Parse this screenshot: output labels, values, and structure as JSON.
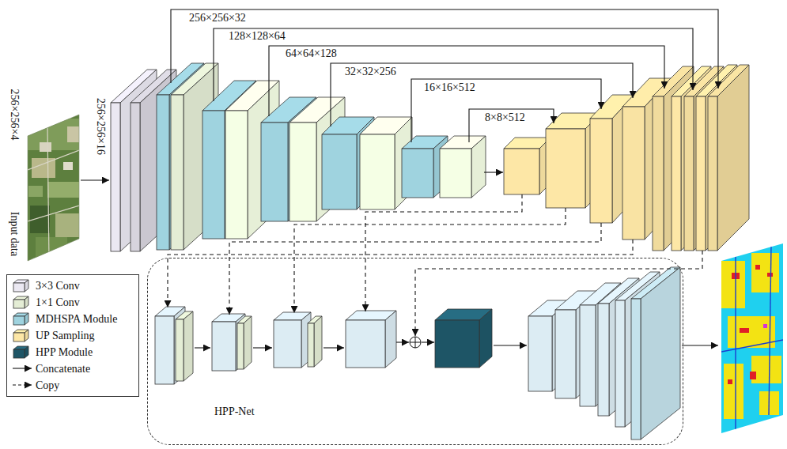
{
  "diagram": {
    "nodes": [
      {
        "text": [
          "HPP-Net"
        ]
      }
    ],
    "labels": [
      "256×256×4",
      "Input data",
      "256×256×16",
      "256×256×32",
      "128×128×64",
      "64×64×128",
      "32×32×256",
      "16×16×512",
      "8×8×512"
    ],
    "legend": [
      {
        "text": "3×3 Conv",
        "color": "#ebe8f2"
      },
      {
        "text": "1×1 Conv",
        "color": "#e4edd5"
      },
      {
        "text": "MDHSPA Module",
        "color": "#9fd3df"
      },
      {
        "text": "UP Sampling",
        "color": "#fde7a6"
      },
      {
        "text": "HPP Module",
        "color": "#1e5566"
      },
      {
        "text": "Concatenate"
      },
      {
        "text": "Copy"
      }
    ]
  }
}
